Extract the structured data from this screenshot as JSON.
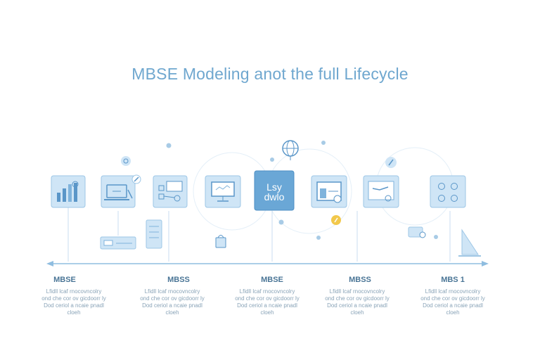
{
  "title": "MBSE Modeling anot the full Lifecycle",
  "center_node": {
    "line1": "Lsy",
    "line2": "dwlo"
  },
  "stages": [
    {
      "label": "MBSE",
      "desc": [
        "Lfidll lcaf rnocovncolry",
        "ond che cor ov gicdoorr ly",
        "Dod ceriol a ncaie pnadl",
        "cloeh"
      ]
    },
    {
      "label": "MBSS",
      "desc": [
        "Lfidll lcaf rnocovncolry",
        "ond che cor ov gicdoorr ly",
        "Dod ceriol a ncaie pnadl",
        "cloeh"
      ]
    },
    {
      "label": "MBSE",
      "desc": [
        "Lfidll lcaf rnocovncolry",
        "ond che cor ov gicdoorr ly",
        "Dod ceriol a ncaie pnadl",
        "cloeh"
      ]
    },
    {
      "label": "MBSS",
      "desc": [
        "Lfidll lcaf rnocovncolry",
        "ond che cor ov gicdoorr ly",
        "Dod ceriol a ncaie pnadl",
        "cloeh"
      ]
    },
    {
      "label": "MBS 1",
      "desc": [
        "Lfidll lcaf rnocovncolry",
        "ond che cor ov gicdoorr ly",
        "Dod ceriol a ncaie pnadl",
        "cloeh"
      ]
    }
  ],
  "colors": {
    "title": "#6fa7cf",
    "box_fill": "#cfe5f6",
    "box_stroke": "#9cc6e6",
    "center_fill": "#6aa7d6",
    "icon": "#5a96c8",
    "line": "#9cc6e6",
    "accent": "#f2c84b"
  },
  "icons": [
    "bar-chart-icon",
    "laptop-pen-icon",
    "flowchart-icon",
    "monitor-icon",
    "document-chart-icon",
    "presentation-icon",
    "settings-grid-icon",
    "globe-icon",
    "server-icon",
    "tablet-icon",
    "bag-icon",
    "chat-icon",
    "sailboat-icon"
  ]
}
